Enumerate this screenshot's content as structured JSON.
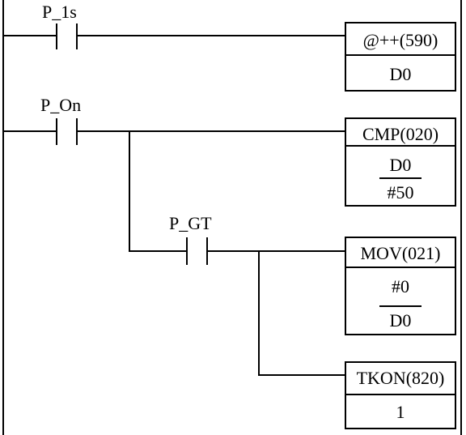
{
  "ladder": {
    "rungs": [
      {
        "contact": "P_1s",
        "instruction": {
          "name": "@++(590)",
          "operands": [
            "D0"
          ]
        }
      },
      {
        "contact": "P_On",
        "instruction": {
          "name": "CMP(020)",
          "operands": [
            "D0",
            "#50"
          ]
        },
        "branches": [
          {
            "contact": "P_GT",
            "outputs": [
              {
                "name": "MOV(021)",
                "operands": [
                  "#0",
                  "D0"
                ]
              },
              {
                "name": "TKON(820)",
                "operands": [
                  "1"
                ]
              }
            ]
          }
        ]
      }
    ]
  }
}
